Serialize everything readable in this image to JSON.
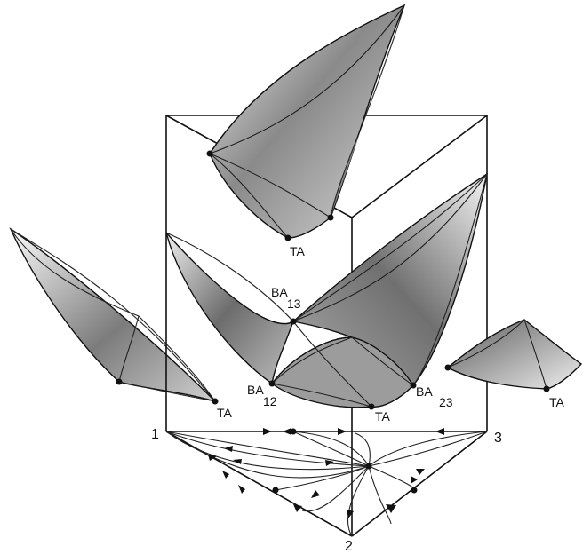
{
  "labels": {
    "vertex_1": "1",
    "vertex_2": "2",
    "vertex_3": "3",
    "ta_top": "TA",
    "ta_left": "TA",
    "ta_center": "TA",
    "ta_right": "TA",
    "ba13_main": "BA",
    "ba13_sub": "13",
    "ba12_main": "BA",
    "ba12_sub": "12",
    "ba23_main": "BA",
    "ba23_sub": "23"
  }
}
